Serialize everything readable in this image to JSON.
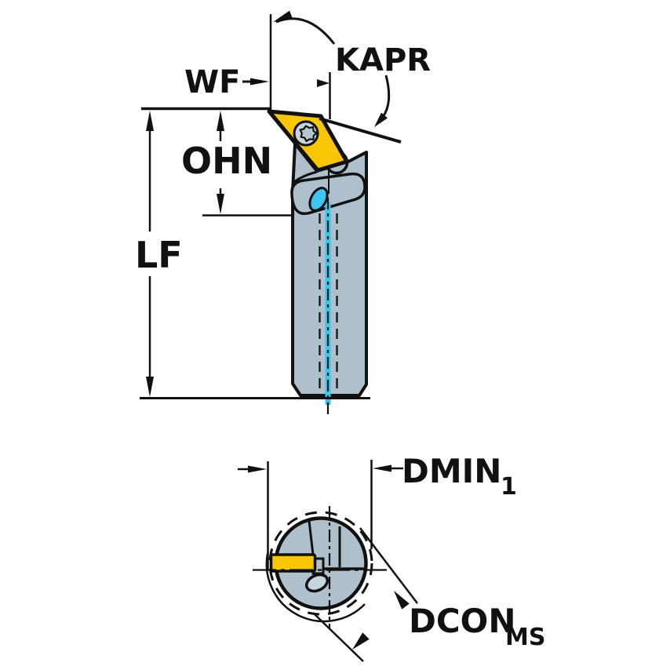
{
  "figure": {
    "colors": {
      "paper": "#ffffff",
      "line": "#111111",
      "insert_yellow": "#f9c606",
      "body_gray": "#adc0cc",
      "screw_gray": "#c6d5de",
      "star_gray": "#b2c5d1",
      "coolant_cyan": "#3cc6ef"
    }
  },
  "labels": {
    "kapr": "KAPR",
    "wf": "WF",
    "ohn": "OHN",
    "lf": "LF",
    "dmin_main": "DMIN",
    "dmin_sub": "1",
    "dcon_main": "DCON",
    "dcon_sub": "MS"
  }
}
